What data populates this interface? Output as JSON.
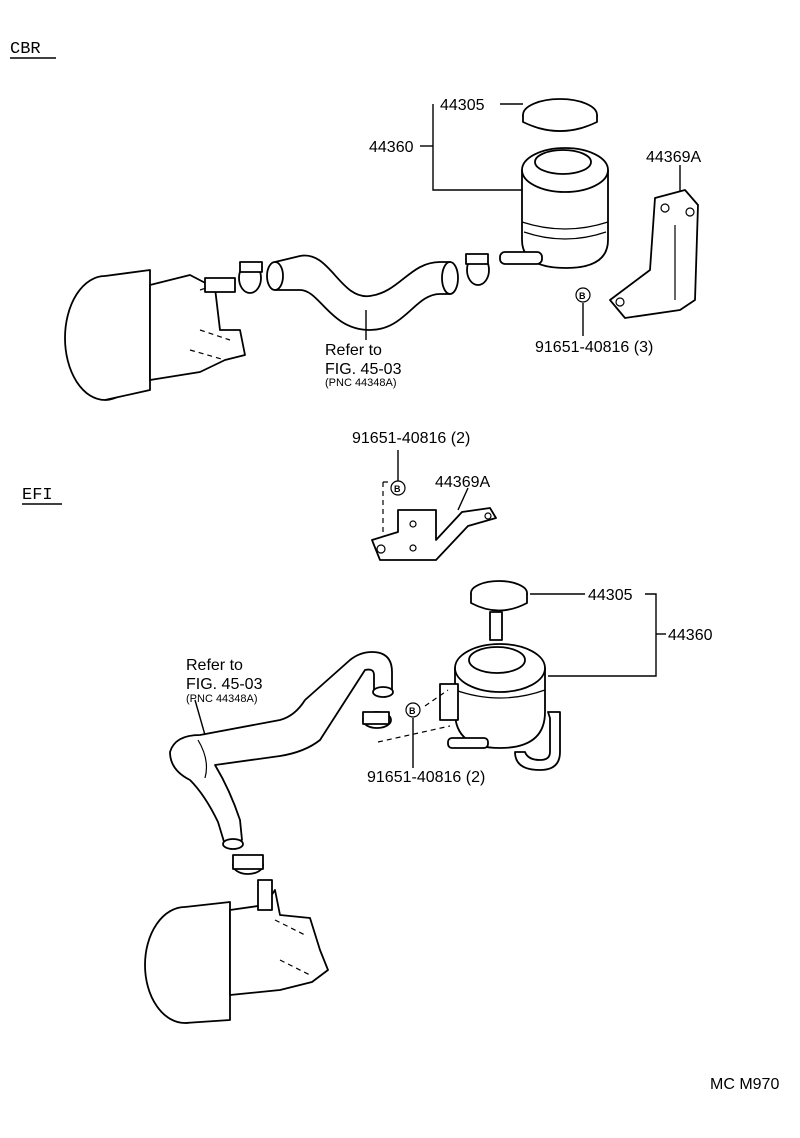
{
  "sections": {
    "cbr": "CBR",
    "efi": "EFI"
  },
  "cbr": {
    "cap_part": "44305",
    "reservoir_part": "44360",
    "bracket_part": "44369A",
    "bolt_part": "91651-40816 (3)",
    "bolt_marker": "B",
    "refer_line1": "Refer to",
    "refer_line2": "FIG. 45-03",
    "refer_line3": "(PNC 44348A)"
  },
  "efi": {
    "bolt_top_part": "91651-40816 (2)",
    "bracket_part": "44369A",
    "cap_part": "44305",
    "reservoir_part": "44360",
    "bolt_bottom_part": "91651-40816 (2)",
    "bolt_marker": "B",
    "refer_line1": "Refer to",
    "refer_line2": "FIG. 45-03",
    "refer_line3": "(PNC 44348A)"
  },
  "footer": {
    "code": "MC  M970"
  }
}
